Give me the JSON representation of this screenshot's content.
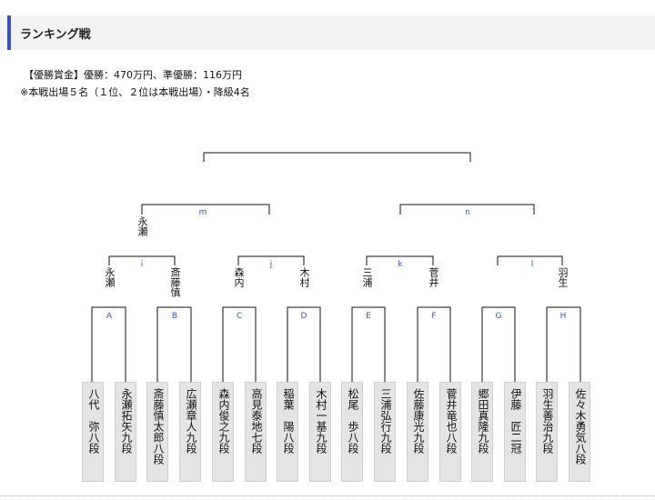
{
  "header": {
    "title": "ランキング戦"
  },
  "notes": {
    "prize": "【優勝賞金】優勝：470万円、準優勝：116万円",
    "rule": "※本戦出場５名（１位、２位は本戦出場）・降級4名"
  },
  "players": [
    {
      "name": "八代　弥八段"
    },
    {
      "name": "永瀬拓矢九段"
    },
    {
      "name": "斎藤慎太郎八段"
    },
    {
      "name": "広瀬章人九段"
    },
    {
      "name": "森内俊之九段"
    },
    {
      "name": "高見泰地七段"
    },
    {
      "name": "稲葉　陽八段"
    },
    {
      "name": "木村一基九段"
    },
    {
      "name": "松尾　歩八段"
    },
    {
      "name": "三浦弘行九段"
    },
    {
      "name": "佐藤康光九段"
    },
    {
      "name": "菅井竜也八段"
    },
    {
      "name": "郷田真隆九段"
    },
    {
      "name": "伊藤　匠二冠"
    },
    {
      "name": "羽生善治九段"
    },
    {
      "name": "佐々木勇気八段"
    }
  ],
  "round1": [
    {
      "label": "A"
    },
    {
      "label": "B"
    },
    {
      "label": "C"
    },
    {
      "label": "D"
    },
    {
      "label": "E"
    },
    {
      "label": "F"
    },
    {
      "label": "G"
    },
    {
      "label": "H"
    }
  ],
  "round1_winners": {
    "A": "永瀬",
    "B": "斎藤慎",
    "C": "森内",
    "D": "木村",
    "E": "三浦",
    "F": "菅井",
    "H": "羽生"
  },
  "round2": [
    {
      "label": "i"
    },
    {
      "label": "j"
    },
    {
      "label": "k"
    },
    {
      "label": "l"
    }
  ],
  "round2_winners": {
    "i": "永瀬"
  },
  "round3": [
    {
      "label": "m"
    },
    {
      "label": "n"
    }
  ]
}
